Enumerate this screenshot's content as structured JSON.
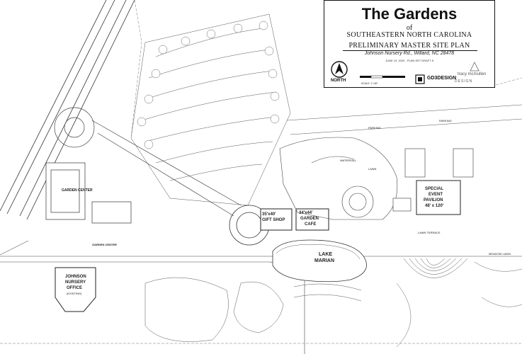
{
  "title_block": {
    "title": "The Gardens",
    "of": "of",
    "subtitle": "SOUTHEASTERN NORTH CAROLINA",
    "plan_name": "PRELIMINARY MASTER SITE PLAN",
    "address": "Johnson Nursery Rd., Willard, NC 28478",
    "date": "JUNE 19, 2020 - PLAN SET DRAFT 8",
    "north": "NORTH",
    "scale": "SCALE: 1\"=60'",
    "firm_1": "GD3DESIGN",
    "firm_2_name": "tracy mcmullen",
    "firm_2_tag": "DESIGN"
  },
  "labels": {
    "garden_center": "GARDEN CENTER",
    "garden_center_2": "GARDEN CENTER",
    "gift_shop_size": "35'x40'",
    "gift_shop": "GIFT SHOP",
    "cafe_size": "34'x44'",
    "cafe_1": "GARDEN",
    "cafe_2": "CAFE",
    "lake": "LAKE",
    "lake_2": "MARIAN",
    "event_1": "SPECIAL",
    "event_2": "EVENT",
    "event_3": "PAVILION",
    "event_4": "48' x 120'",
    "nursery_1": "JOHNSON",
    "nursery_2": "NURSERY",
    "nursery_3": "OFFICE",
    "nursery_4": "(EXISTING)",
    "parking_1": "PARKING",
    "parking_2": "PARKING",
    "waterfall": "WATERFALL",
    "lawn": "LAWN",
    "lawn_terrace": "LAWN TERRACE",
    "meadow": "MEADOW LAWN"
  },
  "colors": {
    "ink": "#222222",
    "building_fill": "#ffffff",
    "tree_stroke": "#555555"
  }
}
